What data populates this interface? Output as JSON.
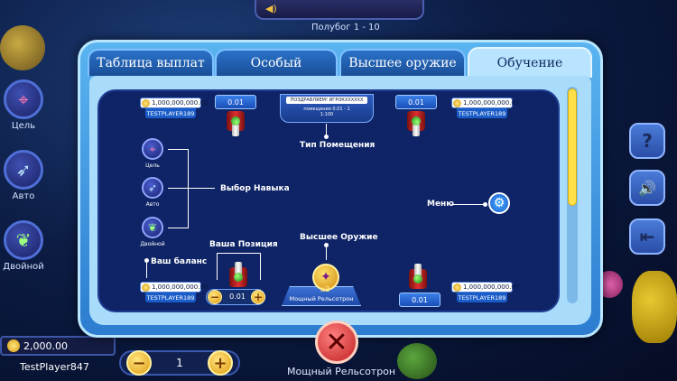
{
  "hud": {
    "room_label": "Полубог",
    "room_range": "1 - 10",
    "left_buttons": [
      {
        "label": "Цель",
        "icon": "crosshair-icon"
      },
      {
        "label": "Авто",
        "icon": "feather-icon"
      },
      {
        "label": "Двойной",
        "icon": "leaf-icon"
      }
    ],
    "right_buttons": [
      {
        "symbol": "?",
        "icon": "help-icon"
      },
      {
        "symbol": "🔊",
        "icon": "speaker-icon"
      },
      {
        "symbol": "⇤",
        "icon": "exit-icon"
      }
    ],
    "balance": "2,000.00",
    "player_name": "TestPlayer847",
    "bet_value": "1",
    "minus": "−",
    "plus": "+",
    "weapon_name": "Мощный Рельсотрон",
    "close_symbol": "✕"
  },
  "modal": {
    "tabs": [
      {
        "label": "Таблица выплат",
        "active": false
      },
      {
        "label": "Особый",
        "active": false
      },
      {
        "label": "Высшее оружие",
        "active": false
      },
      {
        "label": "Обучение",
        "active": true
      }
    ],
    "scroll": {
      "visible_fraction": 0.54
    }
  },
  "tutorial": {
    "players": [
      {
        "amount": "1,000,000,000.00",
        "name": "TESTPLAYER189",
        "bet": "0.01"
      },
      {
        "amount": "1,000,000,000.00",
        "name": "TESTPLAYER189",
        "bet": "0.01"
      },
      {
        "amount": "1,000,000,000.00",
        "name": "TESTPLAYER189",
        "bet": "0.01"
      },
      {
        "amount": "1,000,000,000.00",
        "name": "TESTPLAYER189",
        "bet": "0.01"
      }
    ],
    "notice": {
      "line1": "ПОЗДРАВЛЯЕМ! ИГРОКXXXXXX",
      "line2": "помещения 0.01 - 1",
      "line3": "1:100"
    },
    "room_type_label": "Тип Помещения",
    "skill_select_label": "Выбор Навыка",
    "skills": [
      {
        "label": "Цель",
        "icon": "crosshair-icon",
        "glyph": "⌖"
      },
      {
        "label": "Авто",
        "icon": "feather-icon",
        "glyph": "➶"
      },
      {
        "label": "Двойной",
        "icon": "leaf-icon",
        "glyph": "❦"
      }
    ],
    "menu_label": "Меню",
    "menu_glyph": "⚙",
    "position_label": "Ваша Позиция",
    "balance_label": "Ваш баланс",
    "weapon_label": "Высшее Оружие",
    "weapon_multiplier": "x3",
    "weapon_glyph": "✦",
    "weapon_name": "Мощный Рельсотрон",
    "my_bet": "0.01",
    "minus": "−",
    "plus": "+"
  }
}
